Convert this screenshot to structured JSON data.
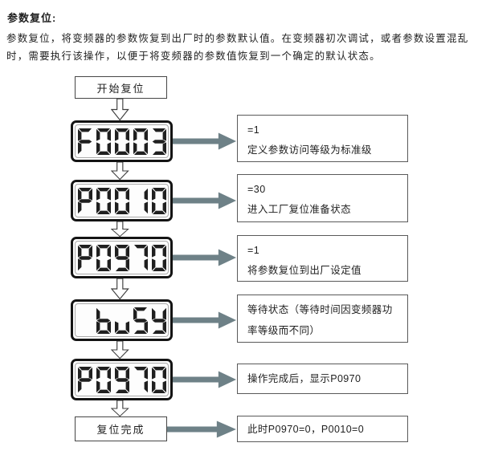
{
  "document": {
    "title": "参数复位:",
    "intro": "参数复位，将变频器的参数恢复到出厂时的参数默认值。在变频器初次调试，或者参数设置混乱时，需要执行该操作，以便于将变频器的参数值恢复到一个确定的默认状态。"
  },
  "flowchart": {
    "start_label": "开始复位",
    "end_label": "复位完成",
    "steps": [
      {
        "display": "F0003",
        "note_value": "=1",
        "note_text": "定义参数访问等级为标准级"
      },
      {
        "display": "P0010",
        "note_value": "=30",
        "note_text": "进入工厂复位准备状态"
      },
      {
        "display": "P0970",
        "note_value": "=1",
        "note_text": "将参数复位到出厂设定值"
      },
      {
        "display": "buSY",
        "note_text": "等待状态（等待时间因变频器功率等级而不同）"
      },
      {
        "display": "P0970",
        "note_text": "操作完成后，显示P0970"
      }
    ],
    "end_note": "此时P0970=0，P0010=0"
  },
  "colors": {
    "ink": "#1f1f1f",
    "arrow": "#6E8187",
    "note_border": "#5a5a5a",
    "lcd_border": "#141414"
  }
}
